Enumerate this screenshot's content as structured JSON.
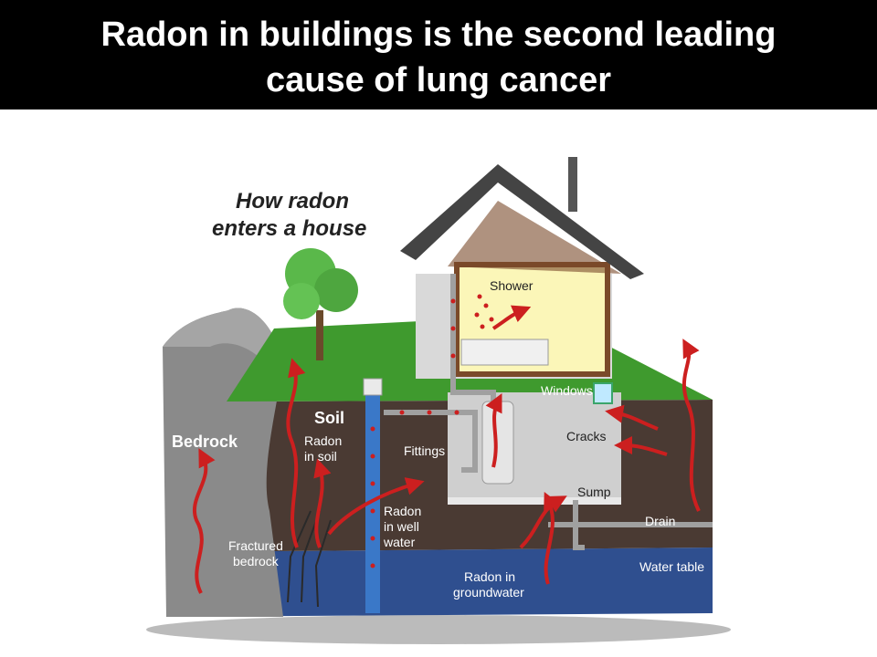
{
  "title": {
    "line1": "Radon in buildings is the second leading",
    "line2": "cause of lung cancer"
  },
  "diagram": {
    "heading_line1": "How radon",
    "heading_line2": "enters a house",
    "labels": {
      "bedrock": "Bedrock",
      "soil": "Soil",
      "radon_in_soil_1": "Radon",
      "radon_in_soil_2": "in soil",
      "fractured_1": "Fractured",
      "fractured_2": "bedrock",
      "fittings": "Fittings",
      "radon_well_1": "Radon",
      "radon_well_2": "in well",
      "radon_well_3": "water",
      "shower": "Shower",
      "windows": "Windows",
      "cracks": "Cracks",
      "sump": "Sump",
      "drain": "Drain",
      "water_table": "Water table",
      "groundwater_1": "Radon in",
      "groundwater_2": "groundwater"
    },
    "colors": {
      "arrow": "#cc1f1f",
      "soil": "#4a3a33",
      "groundwater": "#2f4f8f",
      "grass": "#3f9a2e",
      "bedrock": "#8a8a8a",
      "roof": "#444444",
      "trim": "#7a4a2a",
      "room": "#f7f3a6"
    }
  }
}
